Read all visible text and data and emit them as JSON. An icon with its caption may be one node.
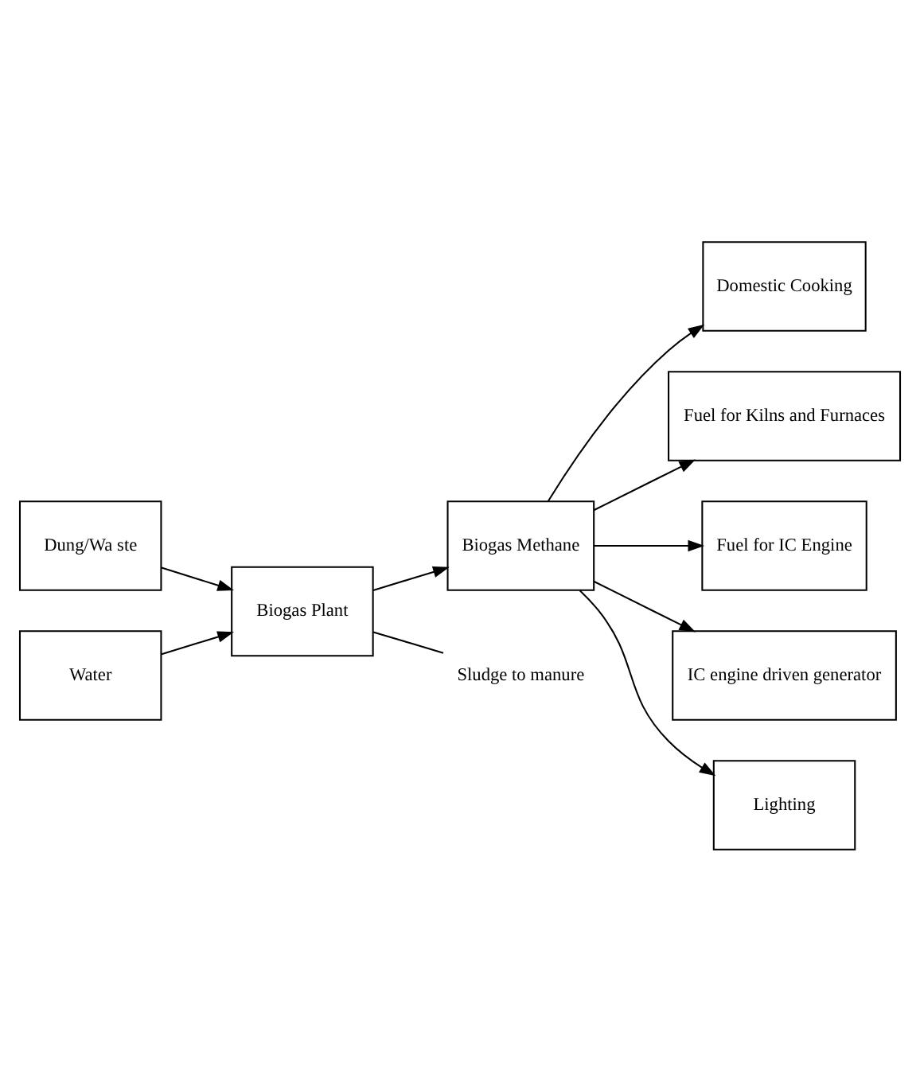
{
  "diagram": {
    "nodes": [
      {
        "text": [
          "Dung/Wa ste"
        ]
      },
      {
        "text": [
          "Water"
        ]
      },
      {
        "text": [
          "Biogas Plant"
        ]
      },
      {
        "text": [
          "Biogas Methane"
        ]
      },
      {
        "text": [
          "Domestic Cooking"
        ]
      },
      {
        "text": [
          "Fuel for Kilns and Furnaces"
        ]
      },
      {
        "text": [
          "Fuel for IC Engine"
        ]
      },
      {
        "text": [
          "IC engine driven generator"
        ]
      },
      {
        "text": [
          "Lighting"
        ]
      },
      {
        "text": [
          "Sludge to manure"
        ]
      }
    ],
    "edges": [
      {
        "from": 0,
        "to": 2,
        "arrow": "to"
      },
      {
        "from": 1,
        "to": 2,
        "arrow": "to"
      },
      {
        "from": 2,
        "to": 3,
        "arrow": "to"
      },
      {
        "from": 3,
        "to": 4,
        "arrow": "to"
      },
      {
        "from": 3,
        "to": 5,
        "arrow": "to"
      },
      {
        "from": 3,
        "to": 6,
        "arrow": "to"
      },
      {
        "from": 3,
        "to": 7,
        "arrow": "to"
      },
      {
        "from": 3,
        "to": 8,
        "arrow": "to"
      },
      {
        "from": 2,
        "to": 9,
        "arrow": "none"
      }
    ]
  }
}
